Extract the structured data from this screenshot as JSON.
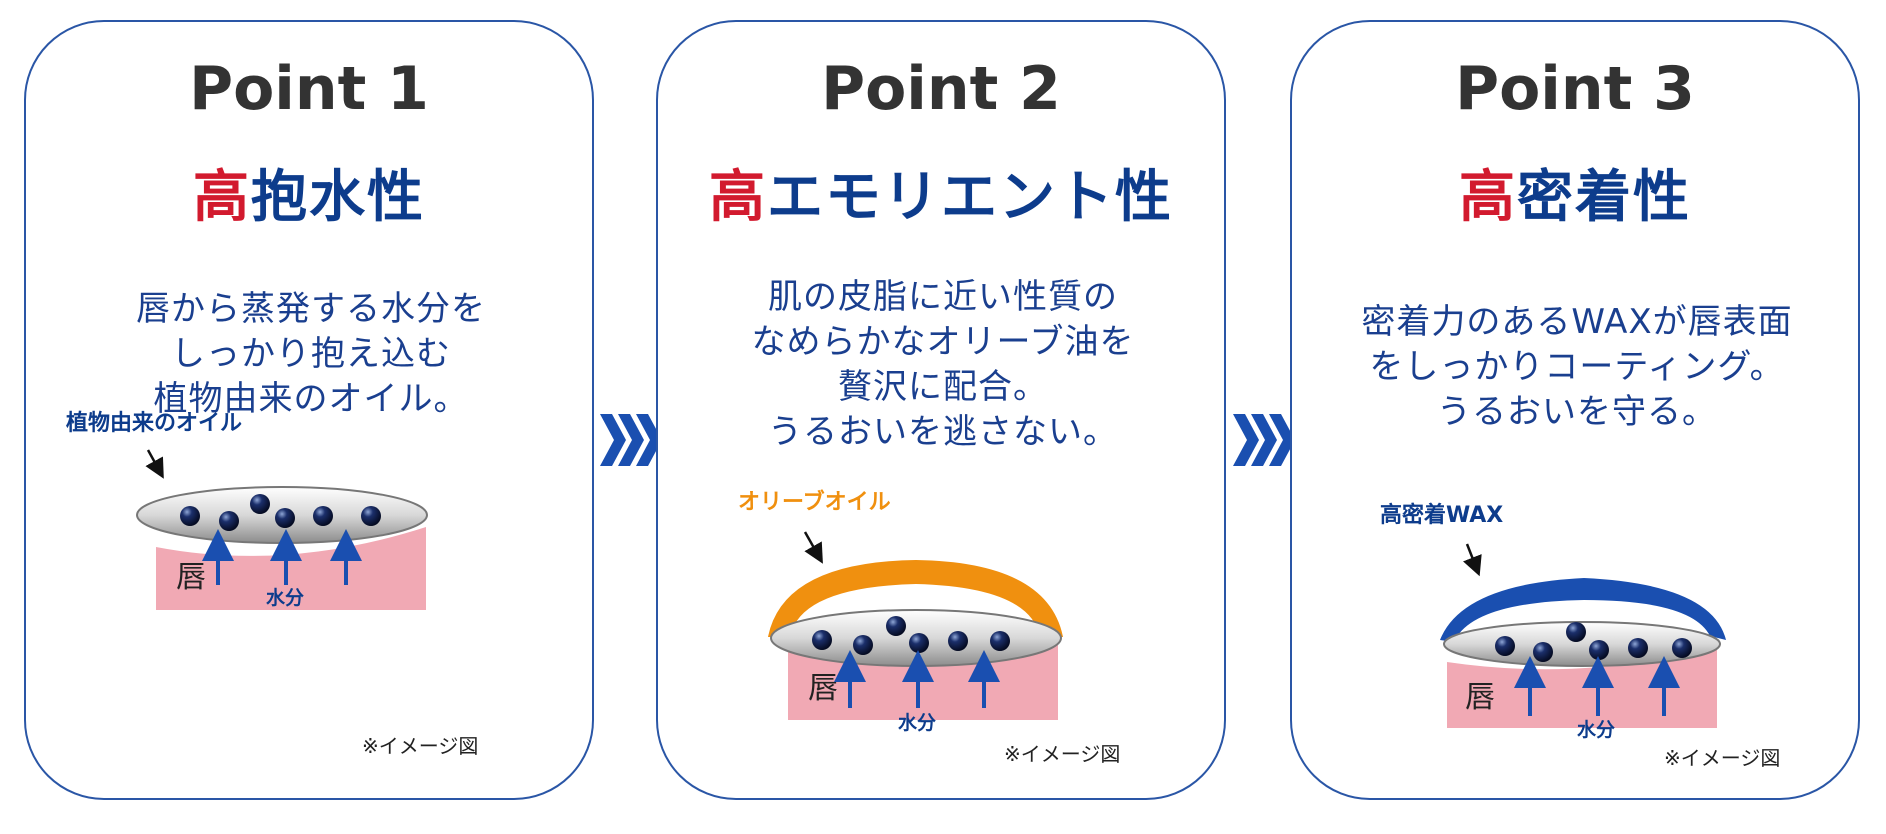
{
  "cards": [
    {
      "point": "Point 1",
      "title_accent": "高",
      "title_rest": "抱水性",
      "desc": [
        "唇から蒸発する水分を",
        "しっかり抱え込む",
        "植物由来のオイル。"
      ],
      "layer_label": "植物由来のオイル",
      "lip_label": "唇",
      "water_label": "水分",
      "note": "※イメージ図"
    },
    {
      "point": "Point 2",
      "title_accent": "高",
      "title_rest": "エモリエント性",
      "desc": [
        "肌の皮脂に近い性質の",
        "なめらかなオリーブ油を",
        "贅沢に配合。",
        "うるおいを逃さない。"
      ],
      "layer_label": "オリーブオイル",
      "lip_label": "唇",
      "water_label": "水分",
      "note": "※イメージ図"
    },
    {
      "point": "Point 3",
      "title_accent": "高",
      "title_rest": "密着性",
      "desc": [
        "密着力のあるWAXが唇表面",
        "をしっかりコーティング。",
        "うるおいを守る。"
      ],
      "layer_label": "高密着WAX",
      "lip_label": "唇",
      "water_label": "水分",
      "note": "※イメージ図"
    }
  ],
  "colors": {
    "navy": "#0d3c8c",
    "red": "#d21a2e",
    "orange": "#f0900f",
    "wax_blue": "#1a4fb0",
    "lip_pink": "#f1a9b4",
    "border": "#2a56a6"
  }
}
